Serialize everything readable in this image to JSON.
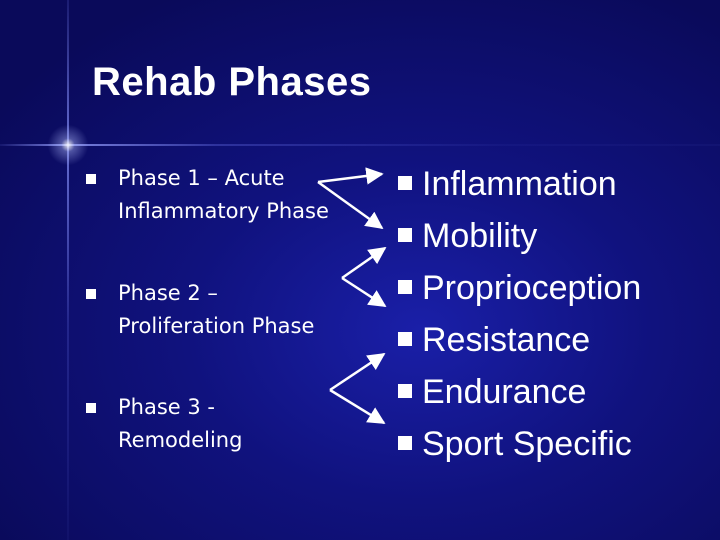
{
  "slide": {
    "title": "Rehab Phases",
    "phases": [
      {
        "lines": [
          "Phase 1 – Acute",
          "Inflammatory Phase"
        ]
      },
      {
        "lines": [
          "Phase 2 –",
          "Proliferation Phase"
        ]
      },
      {
        "lines": [
          "Phase 3 -",
          "Remodeling"
        ]
      }
    ],
    "items": [
      {
        "label": "Inflammation"
      },
      {
        "label": "Mobility"
      },
      {
        "label": "Proprioception"
      },
      {
        "label": "Resistance"
      },
      {
        "label": "Endurance"
      },
      {
        "label": "Sport Specific"
      }
    ]
  },
  "colors": {
    "background": "#10127e",
    "text": "#ffffff"
  }
}
